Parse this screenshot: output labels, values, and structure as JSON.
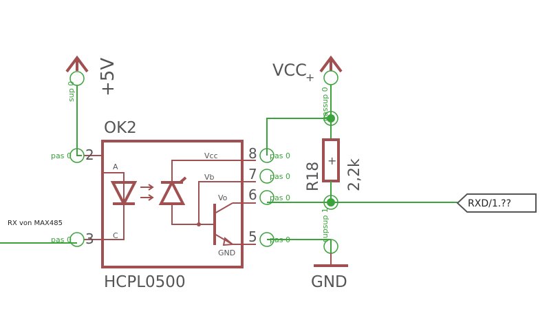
{
  "component": {
    "name": "OK2",
    "value": "HCPL0500",
    "pins": {
      "p2": "2",
      "p3": "3",
      "p5": "5",
      "p6": "6",
      "p7": "7",
      "p8": "8",
      "a": "A",
      "c": "C",
      "vcc": "Vcc",
      "vb": "Vb",
      "vo": "Vo",
      "gnd": "GND"
    }
  },
  "resistor": {
    "name": "R18",
    "value": "2,2k"
  },
  "supplies": {
    "plus5v": "+5V",
    "vcc": "VCC",
    "vcc_mark": "+",
    "gnd": "GND",
    "resistor_plus": "+"
  },
  "pin_types": {
    "pas0": "pas 0",
    "sup0": "sup 0",
    "sup1": "sup 1",
    "passup0": "passup 0",
    "supsup1": "supsup 1"
  },
  "nets": {
    "rx_note": "RX  von MAX485",
    "rxd_label": "RXD/1.??"
  },
  "colors": {
    "symbol": "#a05050",
    "net": "#3aa33a",
    "label": "#555555"
  }
}
